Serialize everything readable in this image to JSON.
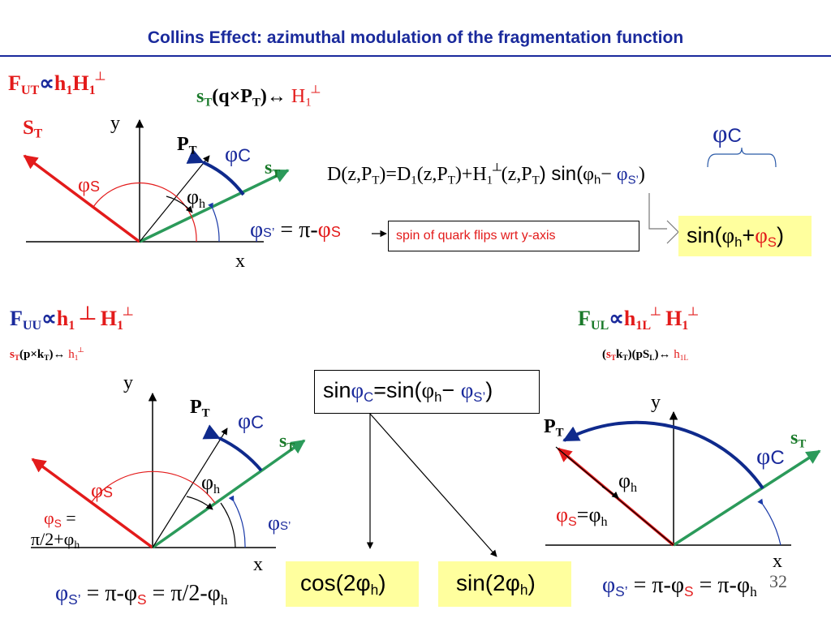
{
  "title": "Collins Effect: azimuthal modulation of the  fragmentation function",
  "labels": {
    "phi": "φ",
    "pi": "π",
    "perp": "┴",
    "infinity": "∝",
    "arrow_lr": "↔",
    "times": "×",
    "x": "x",
    "y": "y",
    "P": "P",
    "s": "s",
    "S": "S",
    "T": "T",
    "C": "C",
    "h": "h",
    "F": "F",
    "H": "H",
    "UT": "UT",
    "UU": "UU",
    "UL": "UL",
    "1L": "1L",
    "Sprime": "S’",
    "one": "1",
    "eq": "=",
    "minus_pi": "= π-",
    "plus": "+",
    "minus": "−",
    "lparen": "(",
    "rparen": ")",
    "sin_open": "sin(",
    "sin": "sin"
  },
  "top": {
    "relation_q": "(q×P",
    "relation_close": ")↔",
    "formula_D": "D(z,P",
    "formula_eqD1": ")=D",
    "formula_zP": "(z,P",
    "formula_plusH": ")+H",
    "formula_sin": ") sin(",
    "note": "spin of quark flips wrt  y-axis",
    "result": "sin(φ"
  },
  "bottom_left": {
    "relation_p": "(p×k",
    "phiS_eq_line1": "=",
    "phiS_eq_line2": "π/2+φ",
    "bottom_eq": "= π-φ",
    "bottom_eq2": "= π/2-φ"
  },
  "middle": {
    "sin_phiC": "sinφ",
    "eq_sin": "=sin(φ",
    "cos2": "cos(2φ",
    "sin2": "sin(2φ"
  },
  "bottom_right": {
    "relation_pSL": "(pS",
    "bottom_eq": "= π-φ",
    "page_number": "32"
  },
  "colors": {
    "title_blue": "#1a2a9c",
    "red": "#e31b1b",
    "green": "#2b9a5a",
    "dark_blue_arc": "#0f2a8c",
    "yellow_box": "#ffff9e"
  }
}
